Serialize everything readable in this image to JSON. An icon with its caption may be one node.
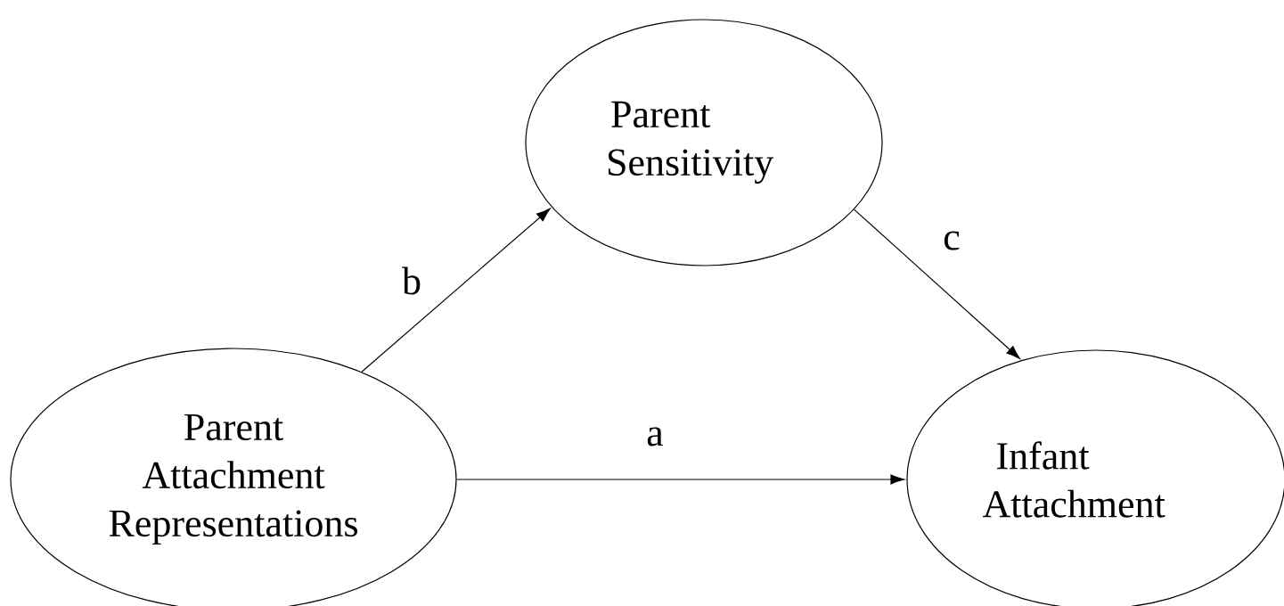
{
  "diagram": {
    "nodes": [
      {
        "text": [
          "Parent Attachment Representations"
        ]
      },
      {
        "text": [
          "Parent Sensitivity"
        ]
      },
      {
        "text": [
          "Infant Attachment"
        ]
      }
    ],
    "edges": [
      {
        "from": 0,
        "to": 1,
        "arrow": "to",
        "label": "b"
      },
      {
        "from": 1,
        "to": 2,
        "arrow": "to",
        "label": "c"
      },
      {
        "from": 0,
        "to": 2,
        "arrow": "to",
        "label": "a"
      }
    ]
  }
}
